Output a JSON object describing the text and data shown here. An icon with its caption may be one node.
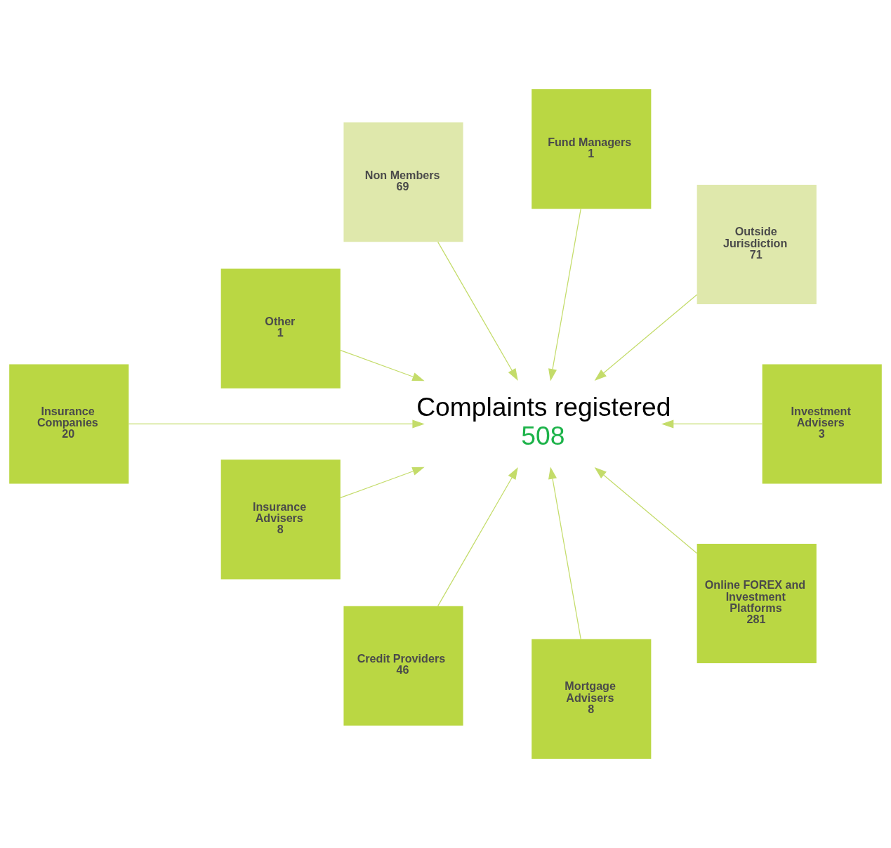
{
  "diagram": {
    "nodes": [
      {
        "text": [
          "Insurance Companies",
          "20"
        ]
      },
      {
        "text": [
          "Insurance Advisers",
          "8"
        ]
      },
      {
        "text": [
          "Credit Providers",
          "46"
        ]
      },
      {
        "text": [
          "Mortgage Advisers",
          "8"
        ]
      },
      {
        "text": [
          "Online FOREX and Investment Platforms",
          "281"
        ]
      },
      {
        "text": [
          "Complaints registered",
          "508"
        ]
      },
      {
        "text": [
          "Investment Advisers",
          "3"
        ]
      },
      {
        "text": [
          "Outside Jurisdiction",
          "71"
        ]
      },
      {
        "text": [
          "Fund Managers",
          "1"
        ]
      },
      {
        "text": [
          "Non Members",
          "69"
        ]
      },
      {
        "text": [
          "Other",
          "1"
        ]
      }
    ],
    "edges": [
      {
        "from": 0,
        "to": 5,
        "arrow": "to"
      },
      {
        "from": 1,
        "to": 5,
        "arrow": "to"
      },
      {
        "from": 2,
        "to": 5,
        "arrow": "to"
      },
      {
        "from": 3,
        "to": 5,
        "arrow": "to"
      },
      {
        "from": 4,
        "to": 5,
        "arrow": "to"
      },
      {
        "from": 6,
        "to": 5,
        "arrow": "to"
      },
      {
        "from": 7,
        "to": 5,
        "arrow": "to"
      },
      {
        "from": 8,
        "to": 5,
        "arrow": "to"
      },
      {
        "from": 9,
        "to": 5,
        "arrow": "to"
      },
      {
        "from": 10,
        "to": 5,
        "arrow": "to"
      }
    ]
  }
}
